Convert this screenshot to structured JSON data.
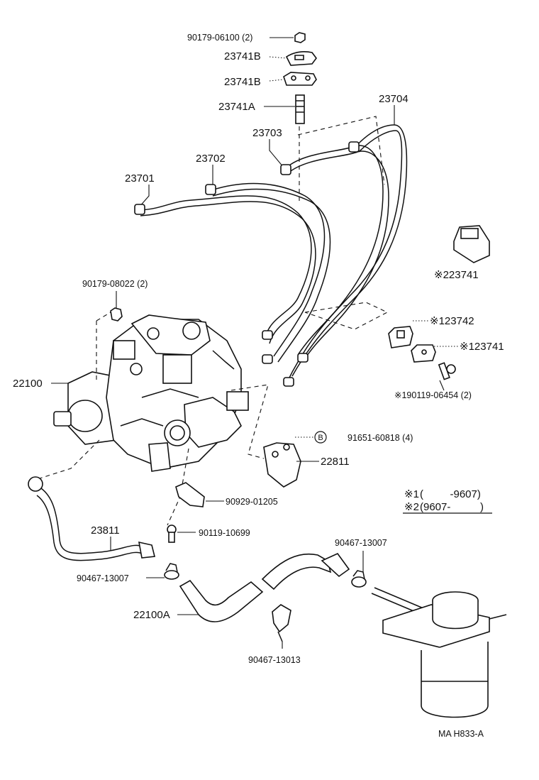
{
  "labels": {
    "nut_top": "90179-06100 (2)",
    "clamp_b1": "23741B",
    "clamp_b2": "23741B",
    "clamp_a": "23741A",
    "pipe4": "23704",
    "pipe3": "23703",
    "pipe2": "23702",
    "pipe1": "23701",
    "nut_pump": "90179-08022 (2)",
    "clamp_alt": "※223741",
    "clamp_alt2": "※123742",
    "clamp_alt3": "※123741",
    "bolt_alt": "※190119-06454 (2)",
    "pump": "22100",
    "bolt_b": "91651-60818 (4)",
    "bracket": "22811",
    "clamp_hose": "90929-01205",
    "bolt_small": "90119-10699",
    "hose_pipe": "23811",
    "clip_left": "90467-13007",
    "clip_right": "90467-13007",
    "hose_main": "22100A",
    "clip_bottom": "90467-13013",
    "ref_code": "MA H833-A"
  },
  "circle_b": "B",
  "notes": [
    {
      "mark": "※1",
      "text": "(         -9607)"
    },
    {
      "mark": "※2",
      "text": "(9607-          )"
    }
  ],
  "icons": {
    "fuel_pump": "injection-pump-drawing",
    "fuel_filter": "fuel-filter-drawing"
  }
}
